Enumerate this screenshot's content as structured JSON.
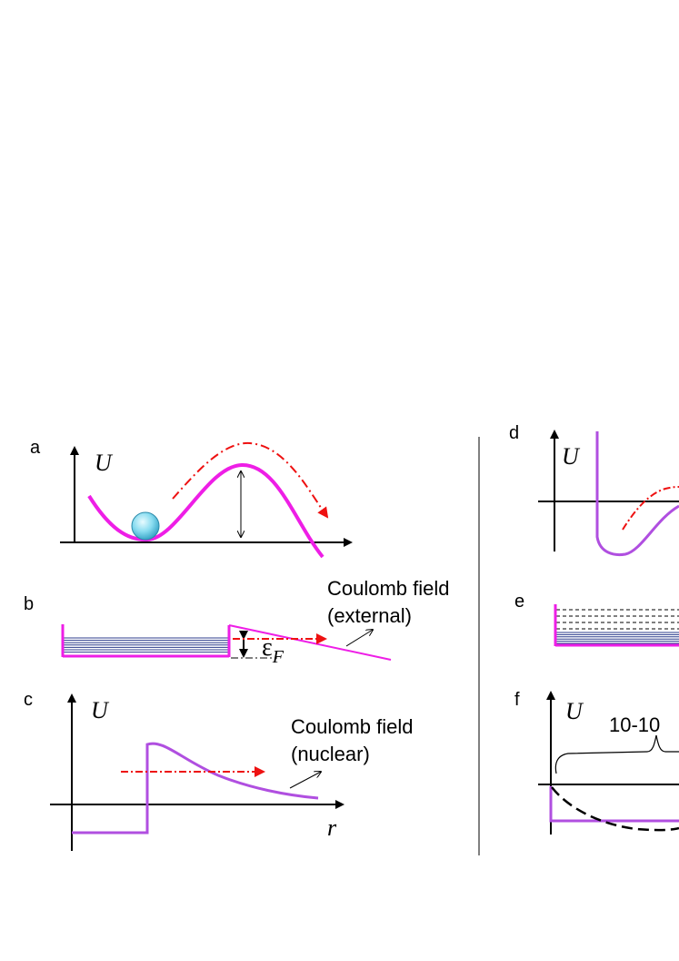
{
  "panels": {
    "a": {
      "label": "a",
      "axis_label": "U"
    },
    "b": {
      "label": "b",
      "annotation_line1": "Coulomb field",
      "annotation_line2": "(external)",
      "fermi_symbol": "ε",
      "fermi_sub": "F"
    },
    "c": {
      "label": "c",
      "axis_label": "U",
      "r_label": "r",
      "annotation_line1": "Coulomb field",
      "annotation_line2": "(nuclear)"
    },
    "d": {
      "label": "d",
      "axis_label": "U"
    },
    "e": {
      "label": "e"
    },
    "f": {
      "label": "f",
      "axis_label": "U",
      "scale_text": "10-10"
    }
  },
  "colors": {
    "potential_magenta": "#ee1ee6",
    "potential_violet": "#b04fe0",
    "path_red": "#ee1111",
    "levels_blue": "#2c3c8c",
    "ball": "#88dcf0"
  }
}
